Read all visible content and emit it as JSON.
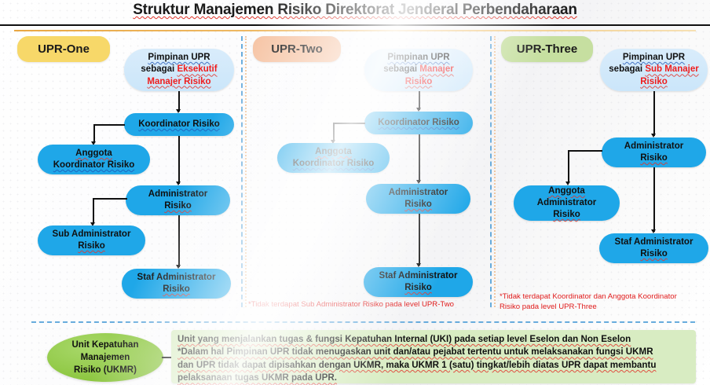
{
  "title": "Struktur Manajemen Risiko Direktorat Jenderal Perbendaharaan",
  "colors": {
    "node_blue": "#1fa7e8",
    "node_light_blue": "#cbe6fa",
    "badge_one": "#f7d869",
    "badge_two": "#f6c3a3",
    "badge_three": "#c6dfa0",
    "accent_red": "#ef1c1c",
    "ukmr_green": "#8cc63f",
    "note_green": "#d8ecc2",
    "divider_blue": "#4f9fd8"
  },
  "columns": [
    {
      "badge": "UPR-One",
      "nodes": {
        "leader_line1": "Pimpinan UPR",
        "leader_line2_prefix": "sebagai ",
        "leader_line2_accent": "Eksekutif",
        "leader_line3_accent": "Manajer Risiko",
        "koordinator": "Koordinator Risiko",
        "anggota_koordinator_line1": "Anggota",
        "anggota_koordinator_line2": "Koordinator Risiko",
        "administrator_line1": "Administrator",
        "administrator_line2": "Risiko",
        "sub_administrator_line1": "Sub Administrator",
        "sub_administrator_line2": "Risiko",
        "staf_administrator_line1": "Staf Administrator",
        "staf_administrator_line2": "Risiko"
      },
      "footnote": ""
    },
    {
      "badge": "UPR-Two",
      "nodes": {
        "leader_line1": "Pimpinan UPR",
        "leader_line2_prefix": "sebagai ",
        "leader_line2_accent": "Manajer",
        "leader_line3_accent": "Risiko",
        "koordinator": "Koordinator Risiko",
        "anggota_koordinator_line1": "Anggota",
        "anggota_koordinator_line2": "Koordinator Risiko",
        "administrator_line1": "Administrator",
        "administrator_line2": "Risiko",
        "staf_administrator_line1": "Staf Administrator",
        "staf_administrator_line2": "Risiko"
      },
      "footnote": "*Tidak terdapat Sub Administrator Risiko pada level UPR-Two"
    },
    {
      "badge": "UPR-Three",
      "nodes": {
        "leader_line1": "Pimpinan UPR",
        "leader_line2_prefix": "sebagai ",
        "leader_line2_accent": "Sub Manajer",
        "leader_line3_accent": "Risiko",
        "administrator_line1": "Administrator",
        "administrator_line2": "Risiko",
        "anggota_administrator_line1": "Anggota",
        "anggota_administrator_line2": "Administrator",
        "anggota_administrator_line3": "Risiko",
        "staf_administrator_line1": "Staf Administrator",
        "staf_administrator_line2": "Risiko"
      },
      "footnote_line1": "*Tidak terdapat Koordinator dan Anggota Koordinator",
      "footnote_line2": "Risiko pada level UPR-Three"
    }
  ],
  "bottom": {
    "ukmr_line1": "Unit Kepatuhan",
    "ukmr_line2": "Manajemen",
    "ukmr_line3": "Risiko (UKMR)",
    "note_line1": "Unit yang menjalankan tugas & fungsi Kepatuhan Internal (UKI) pada setiap level Eselon dan Non Eselon",
    "note_line2": "*Dalam hal Pimpinan UPR tidak menugaskan unit dan/atau pejabat tertentu untuk melaksanakan fungsi UKMR",
    "note_line3": "dan UPR tidak dapat dipisahkan dengan UKMR, maka UKMR 1 (satu) tingkat/lebih diatas UPR dapat membantu",
    "note_line4": "pelaksanaan tugas UKMR pada UPR."
  }
}
